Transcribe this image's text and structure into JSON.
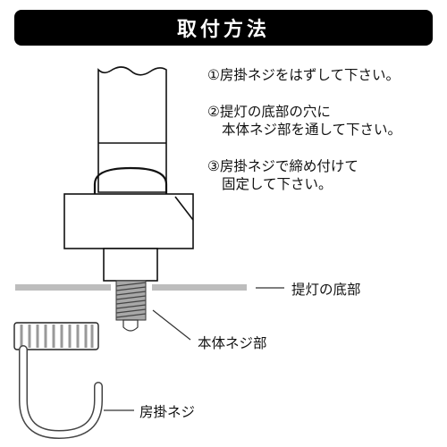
{
  "title": "取付方法",
  "steps": [
    {
      "number": "①",
      "lines": [
        "房掛ネジをはずして下さい。"
      ]
    },
    {
      "number": "②",
      "lines": [
        "提灯の底部の穴に",
        "本体ネジ部を通して下さい。"
      ]
    },
    {
      "number": "③",
      "lines": [
        "房掛ネジで締め付けて",
        "固定して下さい。"
      ]
    }
  ],
  "labels": {
    "base": "提灯の底部",
    "body_screw": "本体ネジ部",
    "tassel_screw": "房掛ネジ"
  }
}
